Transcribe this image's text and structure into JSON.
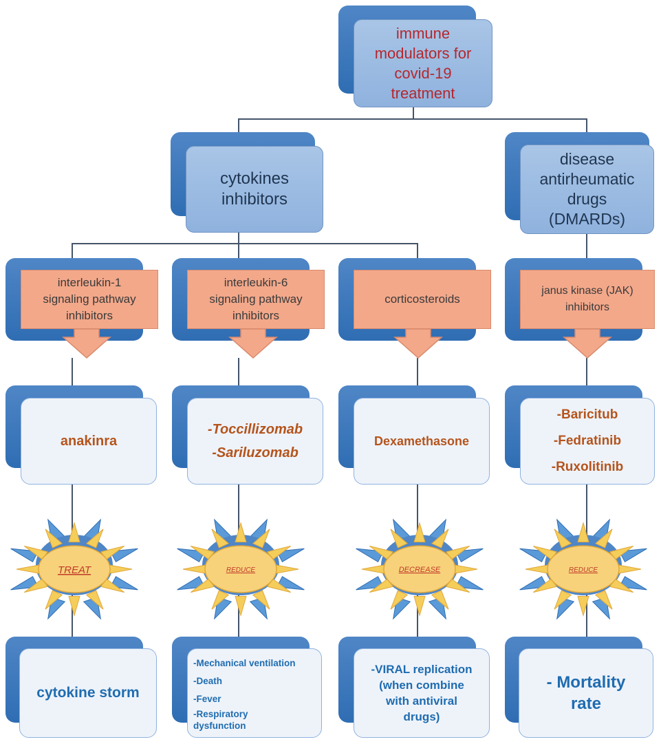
{
  "root": {
    "label": "immune\nmodulators for\ncovid-19\ntreatment",
    "color": "#b5272d"
  },
  "level2": [
    {
      "id": "cytokines",
      "label": "cytokines\ninhibitors"
    },
    {
      "id": "dmards",
      "label": "disease\nantirheumatic\ndrugs\n(DMARDs)"
    }
  ],
  "columns": [
    {
      "category": "interleukin-1\nsignaling pathway\ninhibitors",
      "drugs": [
        "anakinra"
      ],
      "effect": "TREAT",
      "outcome": [
        "cytokine storm"
      ]
    },
    {
      "category": "interleukin-6\nsignaling pathway\ninhibitors",
      "drugs": [
        "-Toccillizomab",
        "-Sariluzomab"
      ],
      "effect": "REDUCE",
      "outcome": [
        "-Mechanical ventilation",
        "-Death",
        "-Fever",
        "-Respiratory\ndysfunction"
      ]
    },
    {
      "category": "corticosteroids",
      "drugs": [
        "Dexamethasone"
      ],
      "effect": "DECREASE",
      "outcome": [
        "-VIRAL replication\n(when combine\nwith antiviral\ndrugs)"
      ]
    },
    {
      "category": "janus kinase (JAK)\ninhibitors",
      "drugs": [
        "-Baricitub",
        "-Fedratinib",
        "-Ruxolitinib"
      ],
      "effect": "REDUCE",
      "outcome": [
        "- Mortality\nrate"
      ]
    }
  ],
  "colors": {
    "box_blue": "#8fb2de",
    "box_blue_shadow": "#2f6db3",
    "category_orange": "#f3a88a",
    "drug_text": "#b5541c",
    "outcome_text": "#1f6cb0",
    "effect_text": "#c0392b",
    "sun_ray": "#f5cd5a",
    "sun_center": "#f7d27a",
    "connector": "#44546a"
  }
}
